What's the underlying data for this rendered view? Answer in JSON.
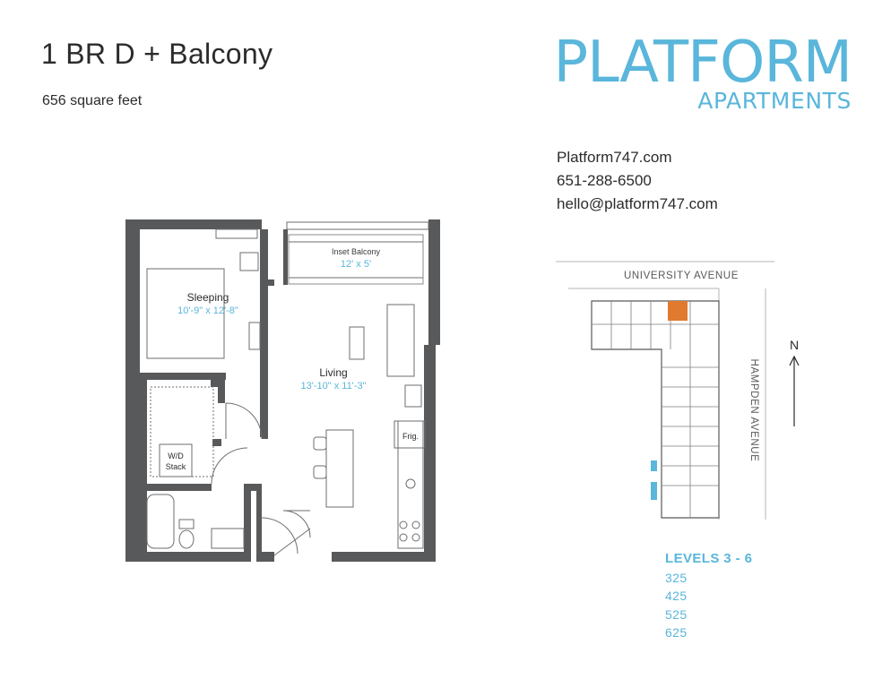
{
  "unit": {
    "title": "1 BR D + Balcony",
    "area": "656 square feet"
  },
  "brand": {
    "name": "PLATFORM",
    "sub": "APARTMENTS",
    "color": "#5ab6db"
  },
  "contact": {
    "website": "Platform747.com",
    "phone": "651-288-6500",
    "email": "hello@platform747.com"
  },
  "rooms": {
    "balcony": {
      "name": "Inset Balcony",
      "dims": "12' x 5'"
    },
    "sleeping": {
      "name": "Sleeping",
      "dims": "10'-9\" x 12'-8\""
    },
    "living": {
      "name": "Living",
      "dims": "13'-10\" x 11'-3\""
    },
    "fridge": "Frig.",
    "wd_line1": "W/D",
    "wd_line2": "Stack"
  },
  "site": {
    "street_north": "UNIVERSITY AVENUE",
    "street_east": "HAMPDEN AVENUE",
    "north_label": "N",
    "highlight_color": "#e07a2e",
    "accent_color": "#5ab6db"
  },
  "levels": {
    "title": "LEVELS 3 - 6",
    "units": [
      "325",
      "425",
      "525",
      "625"
    ]
  }
}
